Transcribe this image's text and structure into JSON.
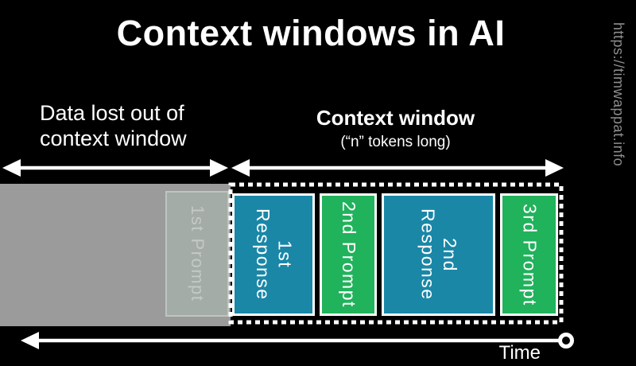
{
  "title": "Context windows in AI",
  "watermark": "https://timwappat.info",
  "colors": {
    "background": "#000000",
    "teal": "#1a87a7",
    "green": "#21b25c",
    "lost_region_gray": "#9b9b9b",
    "faded_prompt_bg": "#a3aca6",
    "watermark_gray": "#8d8d8d",
    "arrow_white": "#ffffff"
  },
  "lost_region": {
    "label": "Data lost out of\ncontext window",
    "faded_box_label": "1st Prompt"
  },
  "context_window": {
    "label": "Context window",
    "sublabel": "(“n” tokens long)",
    "boxes": [
      {
        "label": "1st\nResponse",
        "type": "response",
        "color": "#1a87a7"
      },
      {
        "label": "2nd Prompt",
        "type": "prompt",
        "color": "#21b25c"
      },
      {
        "label": "2nd\nResponse",
        "type": "response",
        "color": "#1a87a7"
      },
      {
        "label": "3rd Prompt",
        "type": "prompt",
        "color": "#21b25c"
      }
    ]
  },
  "timeline": {
    "label": "Time"
  }
}
